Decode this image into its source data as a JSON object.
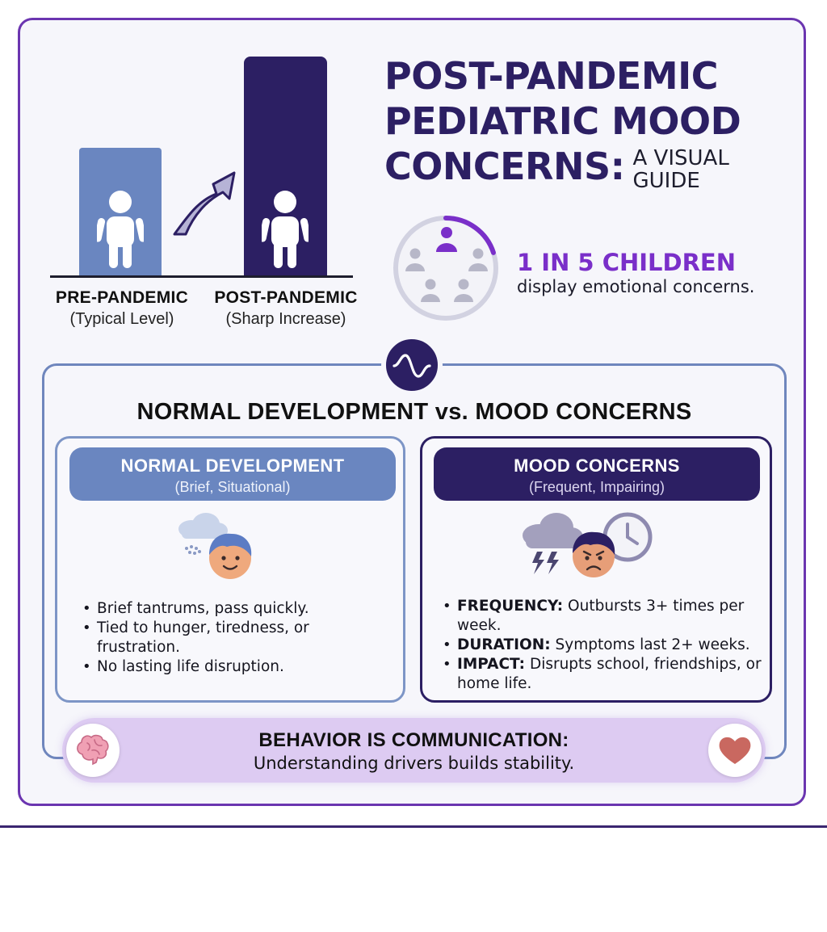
{
  "title": {
    "line1": "POST-PANDEMIC",
    "line2": "PEDIATRIC MOOD",
    "line3": "CONCERNS:",
    "suffix_line1": "A VISUAL",
    "suffix_line2": "GUIDE"
  },
  "comparison_bars": {
    "pre": {
      "label": "PRE-PANDEMIC",
      "sublabel": "(Typical Level)"
    },
    "post": {
      "label": "POST-PANDEMIC",
      "sublabel": "(Sharp Increase)"
    }
  },
  "stat": {
    "headline": "1 IN 5 CHILDREN",
    "text": "display emotional concerns.",
    "ring_fraction": 0.2
  },
  "section_title": "NORMAL DEVELOPMENT vs. MOOD CONCERNS",
  "normal": {
    "heading": "NORMAL DEVELOPMENT",
    "subheading": "(Brief, Situational)",
    "bullets": [
      "Brief tantrums, pass quickly.",
      "Tied to hunger, tiredness, or frustration.",
      "No lasting life disruption."
    ]
  },
  "mood": {
    "heading": "MOOD CONCERNS",
    "subheading": "(Frequent, Impairing)",
    "bullets": [
      {
        "label": "FREQUENCY:",
        "text": "Outbursts 3+ times per week."
      },
      {
        "label": "DURATION:",
        "text": "Symptoms last 2+ weeks."
      },
      {
        "label": "IMPACT:",
        "text": "Disrupts school, friendships, or home life."
      }
    ]
  },
  "banner": {
    "headline": "BEHAVIOR IS COMMUNICATION:",
    "text": "Understanding drivers builds stability."
  },
  "icons": {
    "wave": "waveform-icon",
    "brain": "brain-icon",
    "heart": "heart-icon",
    "clock": "clock-icon",
    "storm": "storm-cloud-icon",
    "cloud": "cloud-icon"
  },
  "colors": {
    "dark_purple": "#2c1f63",
    "slate_blue": "#6a86c0",
    "accent_purple": "#7a2fc9",
    "card_border": "#6b35b0",
    "banner_bg": "#ddcbf2"
  }
}
